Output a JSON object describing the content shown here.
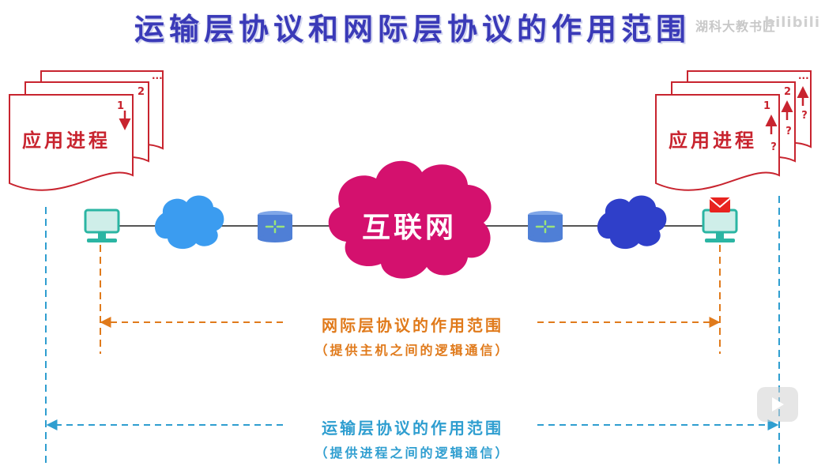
{
  "title": "运输层协议和网际层协议的作用范围",
  "watermark": "湖科大教书匠",
  "watermark_logo": "bilibili",
  "left_host": {
    "process_label": "应用进程",
    "page_numbers": [
      "1",
      "2",
      "..."
    ]
  },
  "right_host": {
    "process_label": "应用进程",
    "page_numbers": [
      "1",
      "2",
      "..."
    ],
    "question_marks": [
      "?",
      "?",
      "?"
    ]
  },
  "internet_label": "互联网",
  "network_scope": {
    "title": "网际层协议的作用范围",
    "subtitle": "（提供主机之间的逻辑通信）"
  },
  "transport_scope": {
    "title": "运输层协议的作用范围",
    "subtitle": "（提供进程之间的逻辑通信）"
  },
  "colors": {
    "title": "#3a3ab8",
    "process": "#c8242f",
    "internet": "#d4116e",
    "left_net": "#3b9cf0",
    "right_net": "#2f3fc9",
    "network_scope": "#e07a1b",
    "transport_scope": "#2f9ed0",
    "host": "#2bb5a3"
  }
}
